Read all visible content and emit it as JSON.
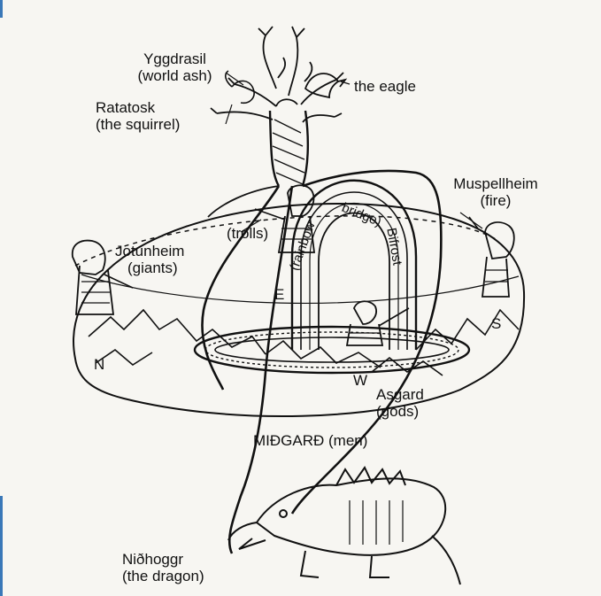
{
  "labels": {
    "yggdrasil_line1": "Yggdrasil",
    "yggdrasil_line2": "(world ash)",
    "eagle": "the eagle",
    "ratatosk_line1": "Ratatosk",
    "ratatosk_line2": "(the squirrel)",
    "muspellheim_line1": "Muspellheim",
    "muspellheim_line2": "(fire)",
    "trolls": "(trolls)",
    "jotunheim_line1": "Jotunheim",
    "jotunheim_line2": "(giants)",
    "bifrost_rainbow": "(rainbow",
    "bifrost_bridge": "bridge)",
    "bifrost_name": "Bifrost",
    "asgard_line1": "Asgard",
    "asgard_line2": "(gods)",
    "midgard": "MIÐGARÐ (men)",
    "nidhoggr_line1": "Niðhoggr",
    "nidhoggr_line2": "(the dragon)"
  },
  "directions": {
    "north": "N",
    "east": "E",
    "south": "S",
    "west": "W"
  }
}
